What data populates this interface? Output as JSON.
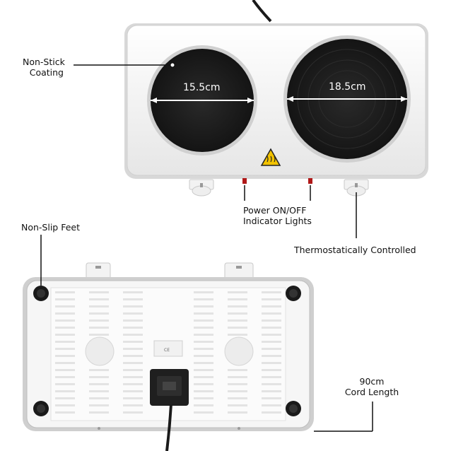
{
  "callouts": {
    "non_stick_line1": "Non-Stick",
    "non_stick_line2": "Coating",
    "power_line1": "Power ON/OFF",
    "power_line2": "Indicator Lights",
    "thermostat": "Thermostatically Controlled",
    "feet": "Non-Slip Feet",
    "cord_line1": "90cm",
    "cord_line2": "Cord Length"
  },
  "plates": {
    "small": "15.5cm",
    "large": "18.5cm"
  },
  "colors": {
    "body": "#f4f4f4",
    "hotplate": "#1c1c1c",
    "rim": "#c9c9c9",
    "warning": "#f2c200",
    "indicator": "#b01818"
  },
  "icons": {
    "warning": "hot-surface-warning-icon",
    "ce": "ce-mark"
  }
}
